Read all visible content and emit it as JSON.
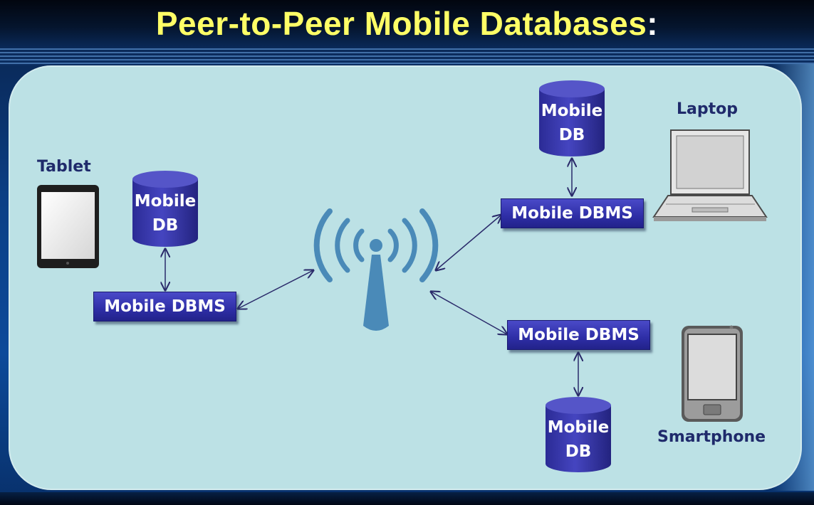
{
  "title": {
    "text": "Peer-to-Peer Mobile Databases",
    "colon": ":"
  },
  "devices": {
    "tablet": "Tablet",
    "laptop": "Laptop",
    "smartphone": "Smartphone"
  },
  "nodes": {
    "left": {
      "dbms": "Mobile DBMS",
      "db_line1": "Mobile",
      "db_line2": "DB"
    },
    "top_right": {
      "dbms": "Mobile DBMS",
      "db_line1": "Mobile",
      "db_line2": "DB"
    },
    "bottom_right": {
      "dbms": "Mobile DBMS",
      "db_line1": "Mobile",
      "db_line2": "DB"
    }
  },
  "colors": {
    "title": "#ffff66",
    "panel": "#bce1e5",
    "dbms_box": "#2e2ea6",
    "cylinder": "#3535a5",
    "antenna": "#4a8ab8",
    "label_text": "#1f2a6b"
  },
  "icons": [
    "tablet-icon",
    "laptop-icon",
    "smartphone-icon",
    "wireless-tower-icon"
  ]
}
